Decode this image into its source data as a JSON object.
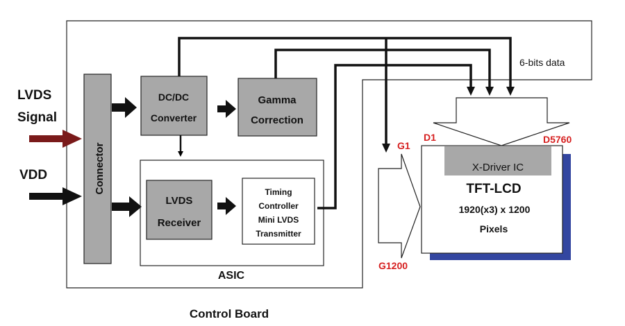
{
  "diagram": {
    "inputs": {
      "lvds_signal_line1": "LVDS",
      "lvds_signal_line2": "Signal",
      "vdd": "VDD"
    },
    "connector": "Connector",
    "dcdc": {
      "line1": "DC/DC",
      "line2": "Converter"
    },
    "gamma": {
      "line1": "Gamma",
      "line2": "Correction"
    },
    "lvds_receiver": {
      "line1": "LVDS",
      "line2": "Receiver"
    },
    "timing_controller": {
      "line1": "Timing",
      "line2": "Controller",
      "line3": "Mini LVDS",
      "line4": "Transmitter"
    },
    "asic": "ASIC",
    "control_board": "Control Board",
    "data_bus": "6-bits data",
    "panel": {
      "driver_ic": "X-Driver IC",
      "title": "TFT-LCD",
      "resolution": "1920(x3) x 1200",
      "pixels": "Pixels"
    },
    "markers": {
      "g1": "G1",
      "g1200": "G1200",
      "d1": "D1",
      "d5760": "D5760"
    },
    "colors": {
      "block_fill": "#a8a8a8",
      "lvds_arrow": "#7a1a1a",
      "panel_shadow": "#3346a0",
      "marker_red": "#d62020"
    }
  }
}
